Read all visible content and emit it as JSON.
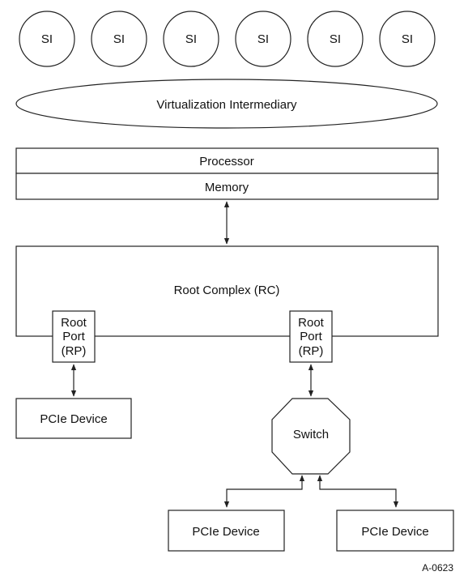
{
  "instances": [
    "SI",
    "SI",
    "SI",
    "SI",
    "SI",
    "SI"
  ],
  "intermediary": "Virtualization Intermediary",
  "processor": "Processor",
  "memory": "Memory",
  "root_complex": "Root Complex (RC)",
  "root_ports": [
    {
      "line1": "Root",
      "line2": "Port",
      "line3": "(RP)"
    },
    {
      "line1": "Root",
      "line2": "Port",
      "line3": "(RP)"
    }
  ],
  "switch": "Switch",
  "devices": [
    "PCIe Device",
    "PCIe Device",
    "PCIe Device"
  ],
  "figure_id": "A-0623"
}
